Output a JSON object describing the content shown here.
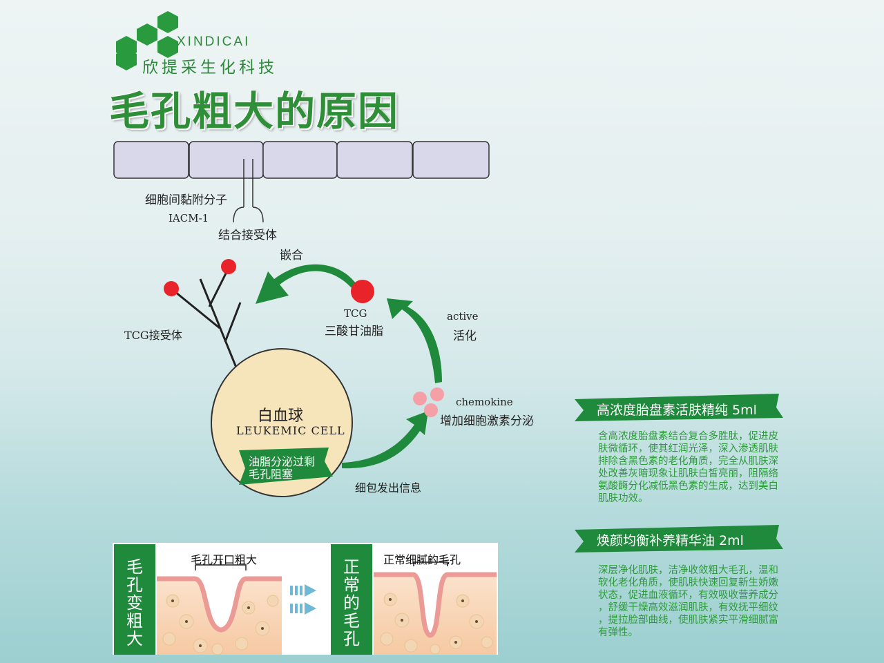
{
  "logo": {
    "en": "XINDICAI",
    "cn": "欣提采生化科技"
  },
  "title": "毛孔粗大的原因",
  "diagram": {
    "adhesion_label": "细胞间黏附分子",
    "iacm_label": "IACM-1",
    "receptor_label": "结合接受体",
    "embed_label": "嵌合",
    "tcg_label": "TCG",
    "tcg_cn_label": "三酸甘油脂",
    "active_label": "active",
    "activate_label": "活化",
    "tcg_receptor_label": "TCG接受体",
    "chemokine_label": "chemokine",
    "chemokine_cn_label": "增加细胞激素分泌",
    "cell_cn": "白血球",
    "cell_en": "LEUKEMIC CELL",
    "banner_line1": "油脂分泌过剩",
    "banner_line2": "毛孔阻塞",
    "signal_label": "细包发出信息"
  },
  "products": [
    {
      "title": "高浓度胎盘素活肤精纯 5ml",
      "desc_lines": [
        "含高浓度胎盘素结合复合多胜肽，促进皮",
        "肤微循环，使其红润光泽，深入渗透肌肤",
        "排除含黑色素的老化角质，完全从肌肤深",
        "处改善灰暗现象让肌肤白皙亮丽，阻隔络",
        "氨酸酶分化减低黑色素的生成，达到美白",
        "肌肤功效。"
      ]
    },
    {
      "title": "焕颜均衡补养精华油 2ml",
      "desc_lines": [
        "深层净化肌肤，洁净收敛粗大毛孔，温和",
        "软化老化角质，使肌肤快速回复新生娇嫩",
        "状态，促进血液循环，有效吸收营养成分",
        "，舒缓干燥高效滋润肌肤，有效抚平细纹",
        "，提拉脸部曲线，使肌肤紧实平滑细腻富",
        "有弹性。"
      ]
    }
  ],
  "bottom": {
    "left_vertical": [
      "毛",
      "孔",
      "变",
      "粗",
      "大"
    ],
    "left_caption": "毛孔开口粗大",
    "right_vertical": [
      "正",
      "常",
      "的",
      "毛",
      "孔"
    ],
    "right_caption": "正常细腻的毛孔"
  },
  "colors": {
    "green": "#1f8a3c",
    "text_green": "#2e9a3c",
    "cell_fill": "#f6e4bb",
    "box_fill": "#d8d8ea",
    "red": "#e8242a",
    "pink": "#f4a0a6"
  }
}
